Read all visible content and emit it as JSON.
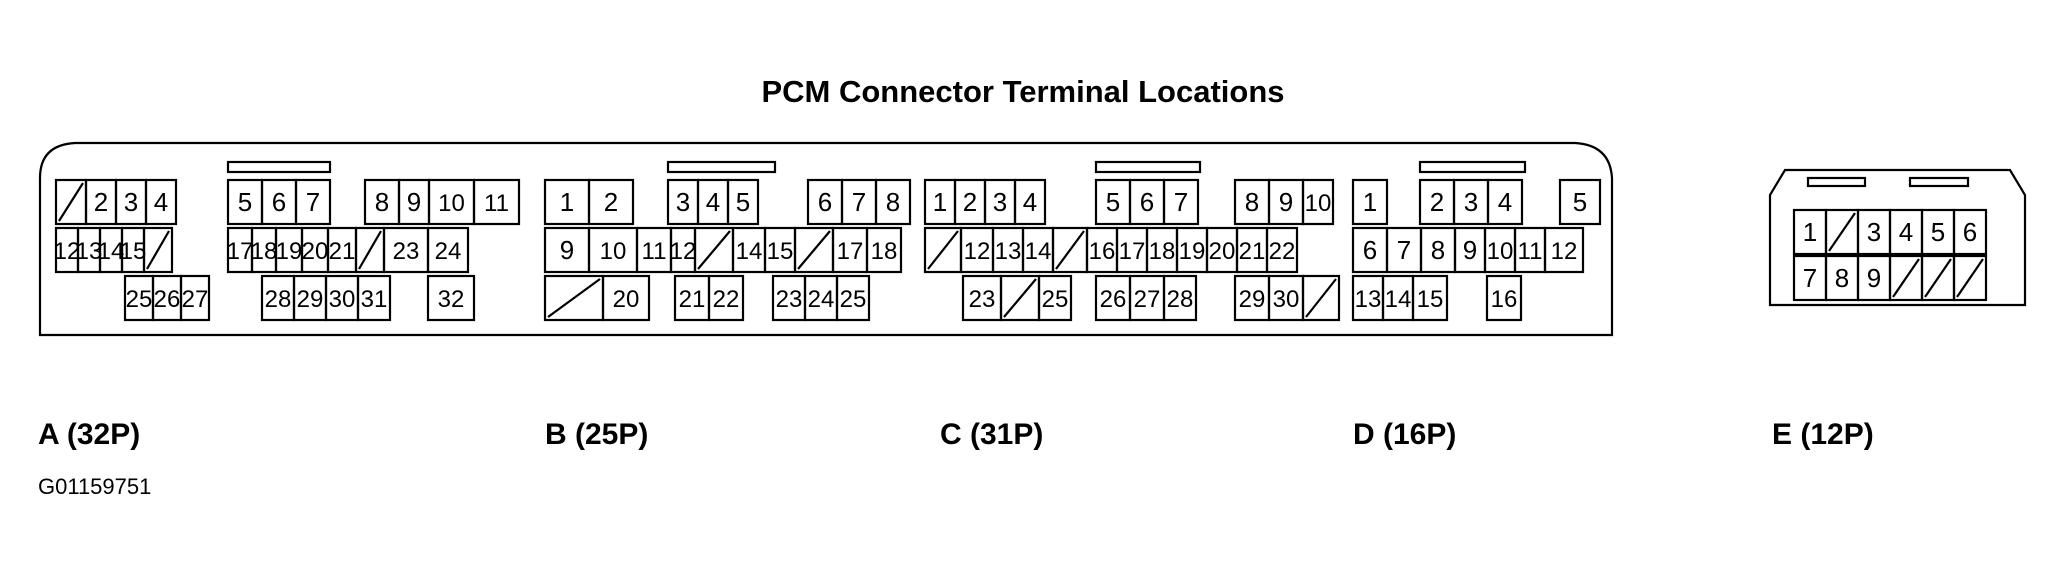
{
  "title": "PCM Connector Terminal Locations",
  "figure_code": "G01159751",
  "connectors": [
    {
      "id": "A",
      "label": "A (32P)",
      "cells": [
        [
          [
            "/",
            "2",
            "3",
            "4"
          ],
          [
            "5",
            "6",
            "7"
          ],
          [
            "8",
            "9",
            "10",
            "11"
          ]
        ],
        [
          [
            "12",
            "13",
            "14",
            "15",
            "/"
          ],
          [
            "17",
            "18",
            "19",
            "20",
            "21",
            "/",
            "23",
            "24"
          ]
        ],
        [
          [
            "25",
            "26",
            "27"
          ],
          [
            "28",
            "29",
            "30",
            "31"
          ],
          [
            "32"
          ]
        ]
      ]
    },
    {
      "id": "B",
      "label": "B (25P)",
      "cells": [
        [
          [
            "1",
            "2"
          ],
          [
            "3",
            "4",
            "5"
          ],
          [
            "6",
            "7",
            "8"
          ]
        ],
        [
          [
            "9",
            "10",
            "11",
            "12",
            "/",
            "14",
            "15",
            "/",
            "17",
            "18"
          ]
        ],
        [
          [
            "/",
            "20"
          ],
          [
            "21",
            "22"
          ],
          [
            "23",
            "24",
            "25"
          ]
        ]
      ]
    },
    {
      "id": "C",
      "label": "C (31P)",
      "cells": [
        [
          [
            "1",
            "2",
            "3",
            "4"
          ],
          [
            "5",
            "6",
            "7"
          ],
          [
            "8",
            "9",
            "10"
          ]
        ],
        [
          [
            "/",
            "12",
            "13",
            "14",
            "/",
            "16",
            "17",
            "18",
            "19",
            "20",
            "21",
            "22"
          ]
        ],
        [
          [
            "23",
            "/",
            "25"
          ],
          [
            "26",
            "27",
            "28"
          ],
          [
            "29",
            "30",
            "/"
          ]
        ]
      ]
    },
    {
      "id": "D",
      "label": "D (16P)",
      "cells": [
        [
          [
            "1"
          ],
          [
            "2",
            "3",
            "4"
          ],
          [
            "5"
          ]
        ],
        [
          [
            "6",
            "7",
            "8",
            "9",
            "10",
            "11",
            "12"
          ]
        ],
        [
          [
            "13",
            "14",
            "15"
          ],
          [
            "16"
          ]
        ]
      ]
    },
    {
      "id": "E",
      "label": "E (12P)",
      "cells": [
        [
          [
            "1",
            "/",
            "3",
            "4",
            "5",
            "6"
          ]
        ],
        [
          [
            "7",
            "8",
            "9",
            "/",
            "/",
            "/"
          ]
        ]
      ]
    }
  ]
}
